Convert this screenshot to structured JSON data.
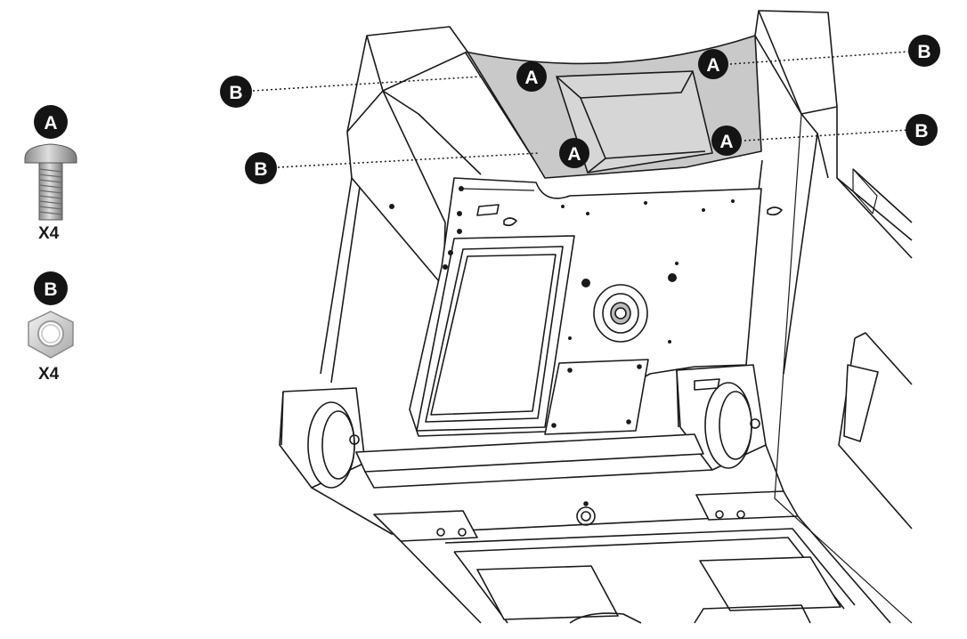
{
  "parts": [
    {
      "id": "part-a",
      "letter": "A",
      "quantity": "X4",
      "icon": "screw-icon"
    },
    {
      "id": "part-b",
      "letter": "B",
      "quantity": "X4",
      "icon": "hex-nut-icon"
    }
  ],
  "callouts": {
    "a_label": "A",
    "b_label": "B"
  },
  "colors": {
    "line": "#1a1a1a",
    "shaded_plate": "#c8c8c8",
    "badge": "#141414"
  }
}
